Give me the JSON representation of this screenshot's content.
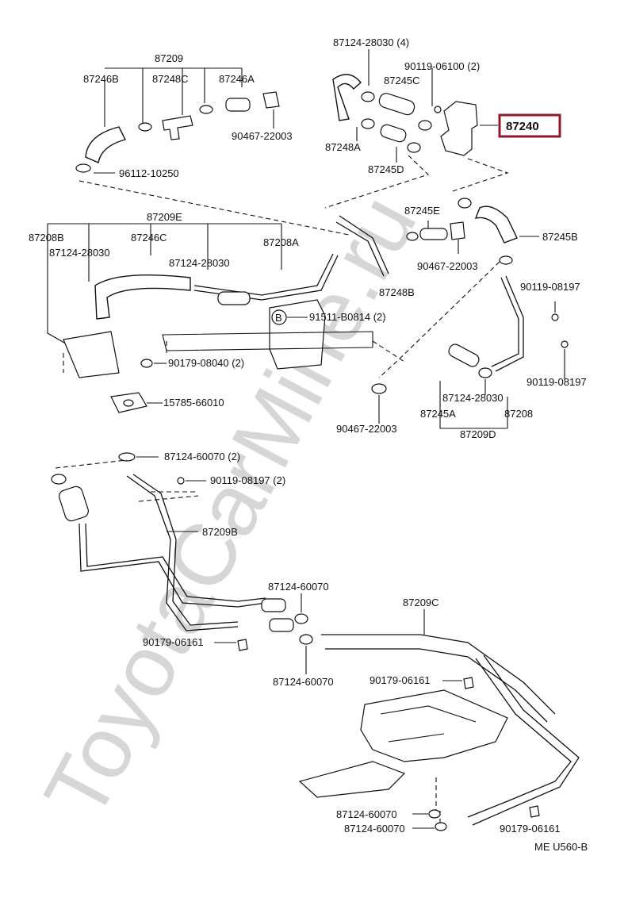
{
  "watermark": "ToyotaCarMine.ru",
  "footer_code": "ME U560-B",
  "highlight_color": "#8b1a2b",
  "highlighted_part": "87240",
  "labels": {
    "p87209": "87209",
    "p87246B": "87246B",
    "p87248C": "87248C",
    "p87246A": "87246A",
    "p90467_22003_top": "90467-22003",
    "p96112_10250": "96112-10250",
    "p87124_28030_4": "87124-28030 (4)",
    "p90119_06100_2": "90119-06100 (2)",
    "p87245C": "87245C",
    "p87248A": "87248A",
    "p87245D": "87245D",
    "p87209E": "87209E",
    "p87208B": "87208B",
    "p87246C": "87246C",
    "p87208A": "87208A",
    "p87124_28030_a": "87124-28030",
    "p87124_28030_b": "87124-28030",
    "p91511_B0814_2": "91511-B0814 (2)",
    "p90179_08040_2": "90179-08040 (2)",
    "p15785_66010": "15785-66010",
    "p87248B": "87248B",
    "p87245E": "87245E",
    "p87245B": "87245B",
    "p90467_22003_mid": "90467-22003",
    "p90119_08197_a": "90119-08197",
    "p90119_08197_b": "90119-08197",
    "p87124_28030_c": "87124-28030",
    "p87245A": "87245A",
    "p87208": "87208",
    "p87209D": "87209D",
    "p90467_22003_low": "90467-22003",
    "p87124_60070_2": "87124-60070 (2)",
    "p90119_08197_2": "90119-08197 (2)",
    "p87209B": "87209B",
    "p87124_60070_a": "87124-60070",
    "p87209C": "87209C",
    "p90179_06161_a": "90179-06161",
    "p87124_60070_b": "87124-60070",
    "p90179_06161_b": "90179-06161",
    "p87124_60070_c": "87124-60070",
    "p87124_60070_d": "87124-60070",
    "p90179_06161_c": "90179-06161",
    "p87240": "87240",
    "circle_letter": "B"
  }
}
